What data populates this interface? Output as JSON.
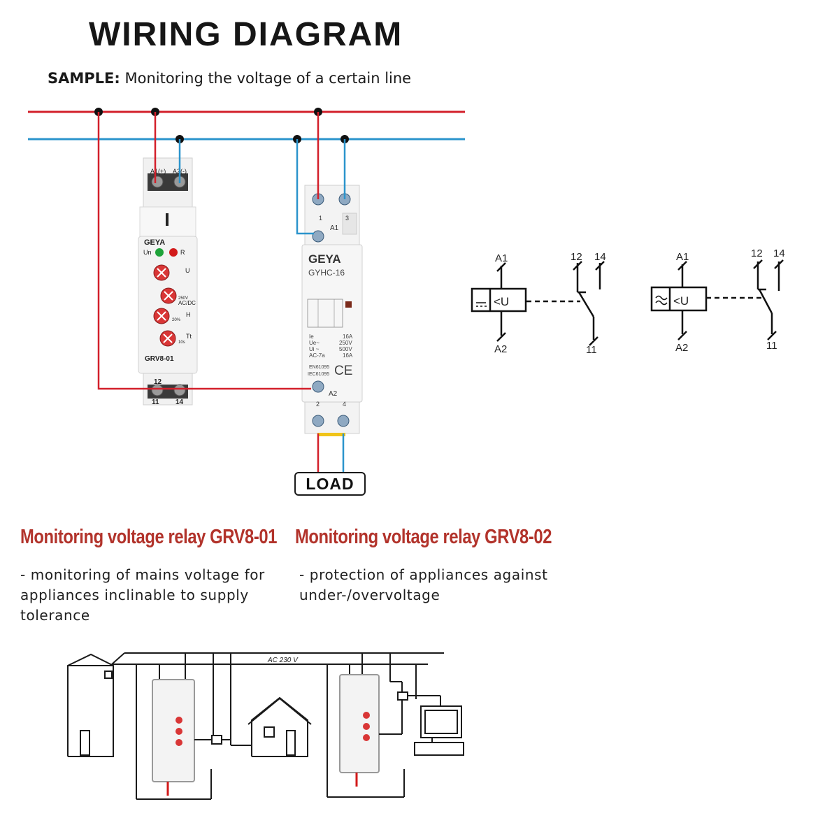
{
  "header": {
    "title": "WIRING DIAGRAM",
    "sample_label": "SAMPLE:",
    "sample_text": " Monitoring the voltage of a certain line"
  },
  "relay": {
    "brand": "GEYA",
    "model": "GRV8-01",
    "top_terminals": [
      "A1(+)",
      "A2(-)"
    ],
    "led_labels": [
      "Un",
      "R"
    ],
    "dial_labels": [
      "U",
      "H",
      "Tt"
    ],
    "dial_marks": [
      "AC/DC",
      "250V",
      "20%",
      "10s"
    ],
    "bottom_terminal_top": "12",
    "bottom_terminals": [
      "11",
      "14"
    ],
    "colors": {
      "led_green": "#1fa33a",
      "led_red": "#d21a1a",
      "dial": "#d93636"
    }
  },
  "contactor": {
    "brand": "GEYA",
    "model": "GYHC-16",
    "terminal_top_nums": [
      "1",
      "3"
    ],
    "a1": "A1",
    "a2": "A2",
    "terminal_bottom_nums": [
      "2",
      "4"
    ],
    "specs": [
      [
        "Ie",
        "16A"
      ],
      [
        "Ue~",
        "250V"
      ],
      [
        "Ui ~",
        "500V"
      ],
      [
        "AC-7a",
        "16A"
      ]
    ],
    "standards": [
      "EN61095",
      "IEC61095"
    ],
    "ce": "CE"
  },
  "load_label": "LOAD",
  "symbols": [
    {
      "a1": "A1",
      "a2": "A2",
      "coil": "<U",
      "c12": "12",
      "c14": "14",
      "c11": "11",
      "type": "dc"
    },
    {
      "a1": "A1",
      "a2": "A2",
      "coil": "<U",
      "c12": "12",
      "c14": "14",
      "c11": "11",
      "type": "ac"
    }
  ],
  "sections": [
    {
      "title": "Monitoring voltage relay GRV8-01",
      "desc_lines": [
        "- monitoring of mains voltage for",
        "appliances inclinable to supply",
        "tolerance"
      ]
    },
    {
      "title": "Monitoring voltage relay GRV8-02",
      "desc_lines": [
        "- protection of appliances against",
        "under-/overvoltage"
      ]
    }
  ],
  "bottom_sketch": {
    "line_label": "AC 230 V"
  },
  "colors": {
    "live": "#d3202b",
    "neutral": "#2b94cc",
    "text": "#1a1a1a",
    "section_title": "#b2332b"
  }
}
